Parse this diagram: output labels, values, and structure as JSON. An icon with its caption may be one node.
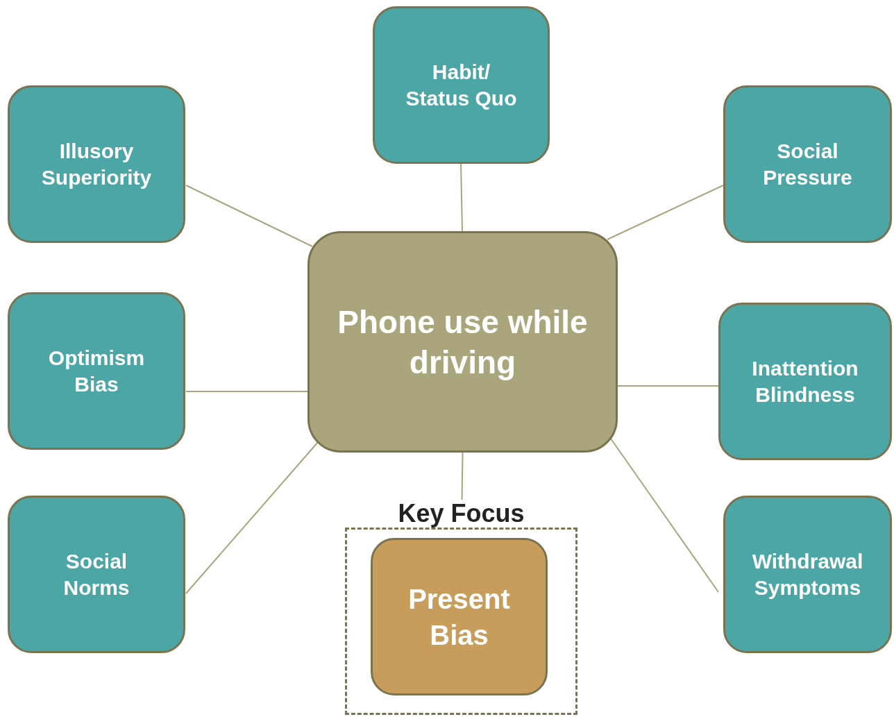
{
  "diagram": {
    "nodes": [
      {
        "text": [
          "Phone use while driving"
        ]
      },
      {
        "text": [
          "Habit/ Status Quo"
        ]
      },
      {
        "text": [
          "Illusory Superiority"
        ]
      },
      {
        "text": [
          "Social Pressure"
        ]
      },
      {
        "text": [
          "Optimism Bias"
        ]
      },
      {
        "text": [
          "Inattention Blindness"
        ]
      },
      {
        "text": [
          "Social Norms"
        ]
      },
      {
        "text": [
          "Withdrawal Symptoms"
        ]
      },
      {
        "text": [
          "Key Focus"
        ]
      },
      {
        "text": [
          "Present Bias"
        ],
        "in": 8
      }
    ],
    "edges": [
      {
        "from": 0,
        "to": 1,
        "arrow": "none"
      },
      {
        "from": 0,
        "to": 2,
        "arrow": "none"
      },
      {
        "from": 0,
        "to": 3,
        "arrow": "none"
      },
      {
        "from": 0,
        "to": 4,
        "arrow": "none"
      },
      {
        "from": 0,
        "to": 5,
        "arrow": "none"
      },
      {
        "from": 0,
        "to": 6,
        "arrow": "none"
      },
      {
        "from": 0,
        "to": 7,
        "arrow": "none"
      },
      {
        "from": 0,
        "to": 8,
        "arrow": "none"
      }
    ]
  }
}
